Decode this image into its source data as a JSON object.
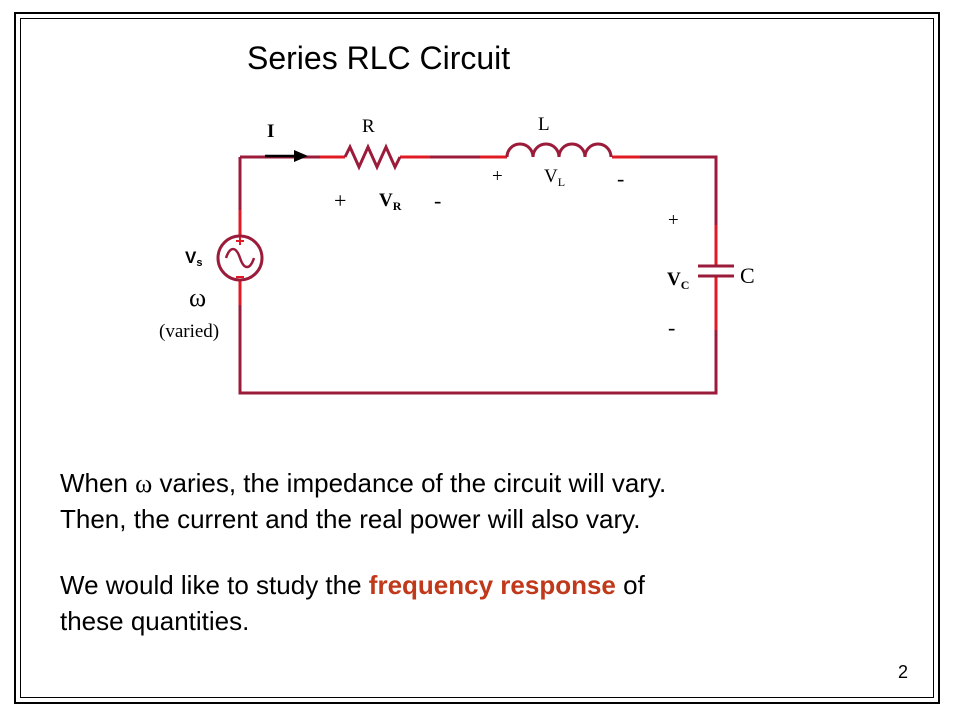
{
  "slide": {
    "title": "Series RLC Circuit",
    "page_number": "2"
  },
  "circuit": {
    "current_label": "I",
    "resistor_label": "R",
    "inductor_label": "L",
    "capacitor_label": "C",
    "source_label_main": "V",
    "source_label_sub": "s",
    "omega_symbol": "ω",
    "varied_label": "(varied)",
    "vr_main": "V",
    "vr_sub": "R",
    "vl_main": "V",
    "vl_sub": "L",
    "vc_main": "V",
    "vc_sub": "C",
    "plus": "+",
    "minus": "-",
    "wire_color": "#9b1b3a",
    "lead_color": "#e01b24"
  },
  "text": {
    "line1_part1": "When ",
    "line1_omega": "ω",
    "line1_part2": " varies, the impedance of the circuit will vary.",
    "line2": "Then, the current and the real power will also vary.",
    "line3_part1": "We would like to study the ",
    "line3_emph": "frequency response",
    "line3_part2": " of",
    "line4": "these quantities."
  }
}
